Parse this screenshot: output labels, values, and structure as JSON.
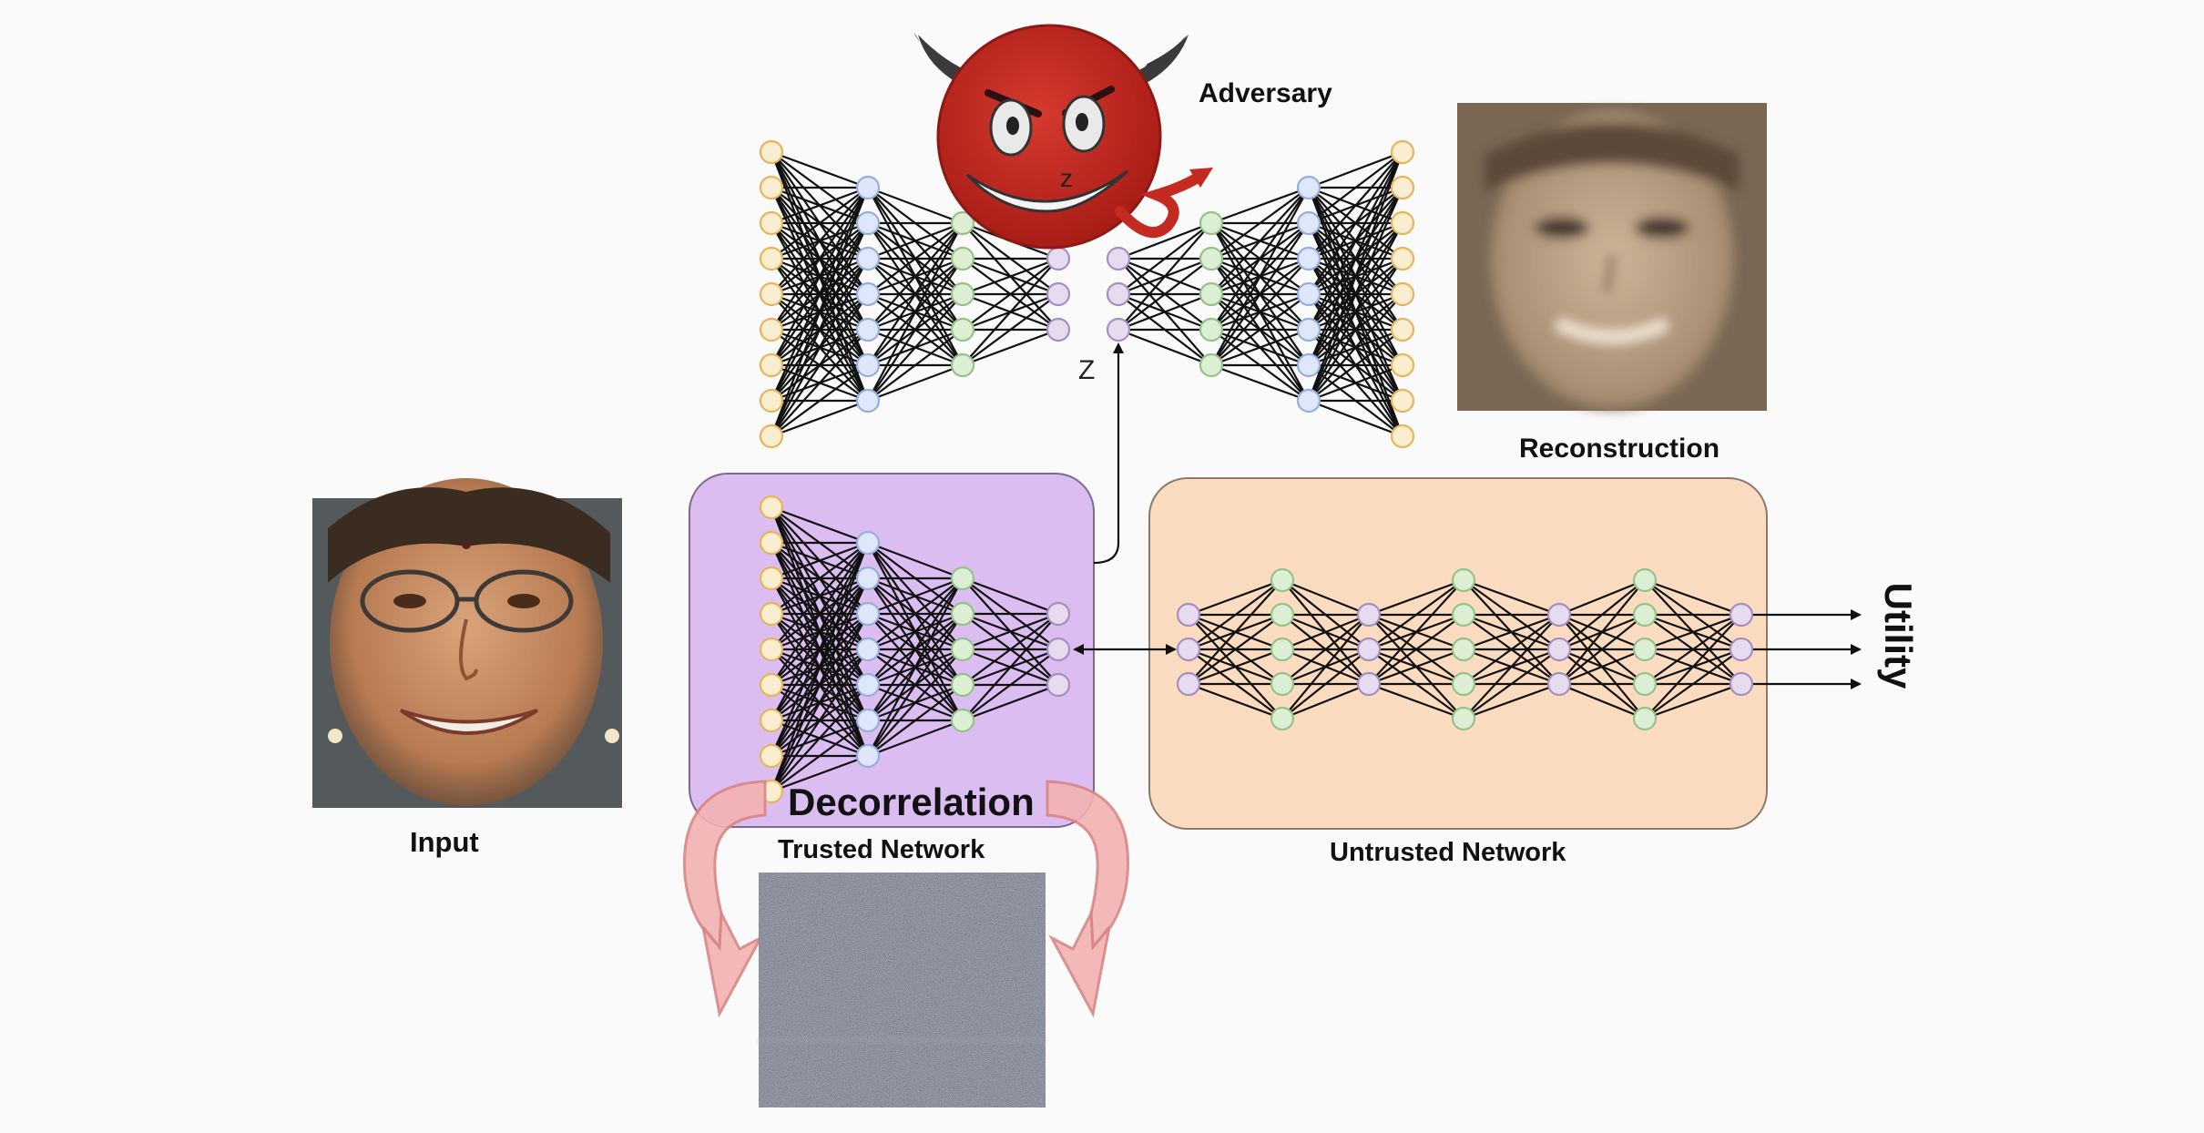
{
  "labels": {
    "adversary": "Adversary",
    "reconstruction": "Reconstruction",
    "input": "Input",
    "trusted": "Trusted Network",
    "untrusted": "Untrusted Network",
    "decorrelation": "Decorrelation",
    "utility": "Utility",
    "z_top": "z",
    "z_bottom": "Z"
  },
  "images": {
    "input_face": "input-face-photo",
    "reconstruction_face": "reconstruction-face-photo",
    "noise": "decorrelated-noise-image",
    "devil": "devil-face-icon"
  },
  "colors": {
    "background": "#fafafa",
    "trusted_box": "#dcbdf2",
    "untrusted_box": "#fbdcc0",
    "node_yellow": "#fbeed0",
    "node_yellow_stroke": "#e4b55a",
    "node_blue": "#dfe8fb",
    "node_blue_stroke": "#96aedb",
    "node_green": "#dcefd5",
    "node_green_stroke": "#95c289",
    "node_purple": "#e7dcef",
    "node_purple_stroke": "#a58fc0",
    "devil_red": "#c22a22",
    "arrow_pink": "#f1a4a4"
  }
}
